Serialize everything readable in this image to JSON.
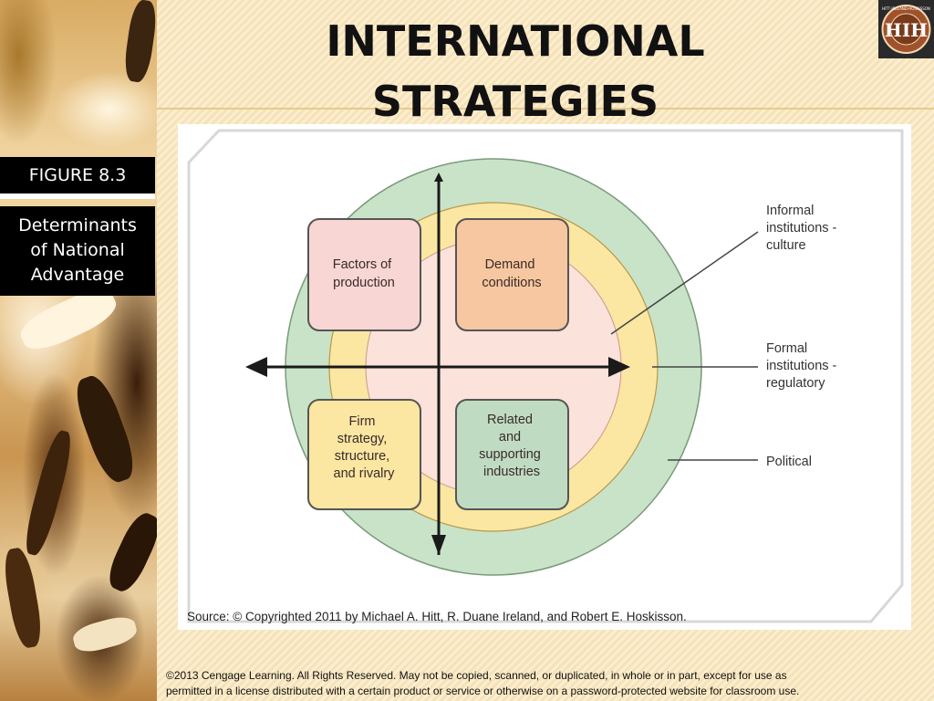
{
  "slide": {
    "title_line1": "INTERNATIONAL",
    "title_line2": "STRATEGIES",
    "figure_label": "FIGURE  8.3",
    "figure_desc": [
      "Determinants",
      "of National",
      "Advantage"
    ],
    "logo_text": "HITT·IRELAND·HOSKISSON",
    "logo_mark": "HIH"
  },
  "diagram": {
    "quadrants": {
      "top_left": [
        "Factors of",
        "production"
      ],
      "top_right": [
        "Demand",
        "conditions"
      ],
      "bottom_left": [
        "Firm",
        "strategy,",
        "structure,",
        "and rivalry"
      ],
      "bottom_right": [
        "Related",
        "and",
        "supporting",
        "industries"
      ]
    },
    "layers": {
      "informal": [
        "Informal",
        "institutions -",
        "culture"
      ],
      "formal": [
        "Formal",
        "institutions -",
        "regulatory"
      ],
      "political": [
        "Political"
      ]
    },
    "colors": {
      "outer_ring": "#c9e3c8",
      "middle_ring": "#fbe6a2",
      "inner_circle": "#fbe2da",
      "top_left_box": "#f7d6d3",
      "top_right_box": "#f6c7a0",
      "bottom_left_box": "#fbe6a2",
      "bottom_right_box": "#bfdcc2"
    },
    "source": "Source: © Copyrighted 2011 by Michael A. Hitt, R. Duane Ireland, and Robert E. Hoskisson."
  },
  "footer": {
    "copyright_line1": "©2013 Cengage Learning.  All Rights Reserved.  May not be copied, scanned, or duplicated, in whole or in part, except for use as",
    "copyright_line2": "permitted in a license distributed with a certain product or service or otherwise on a password-protected website for classroom use."
  }
}
